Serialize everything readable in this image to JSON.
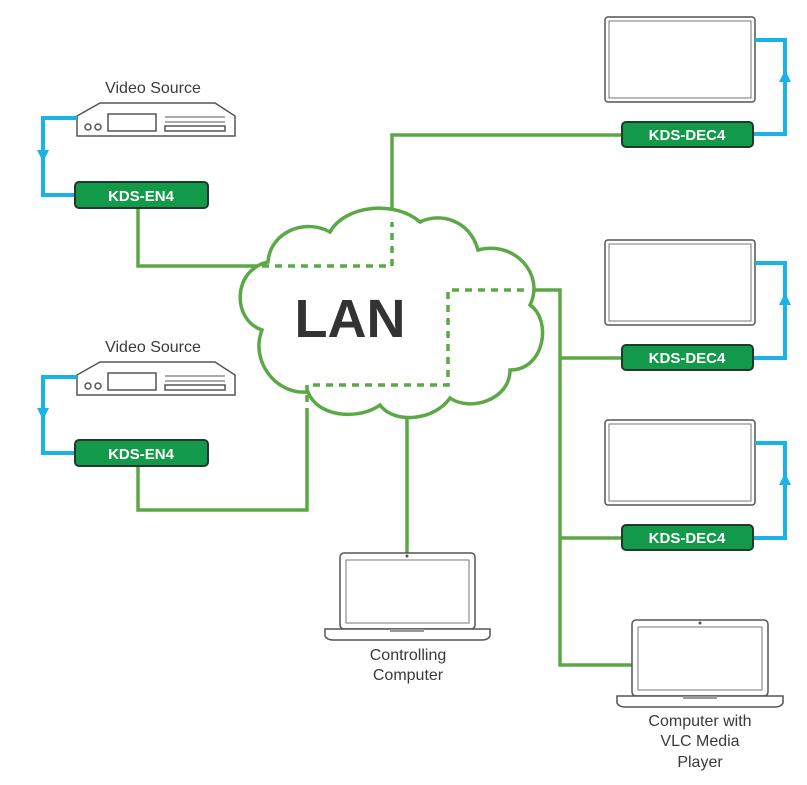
{
  "cloud": {
    "label": "LAN"
  },
  "sources": [
    {
      "label": "Video Source",
      "encoder": "KDS-EN4"
    },
    {
      "label": "Video Source",
      "encoder": "KDS-EN4"
    }
  ],
  "decoders": [
    {
      "label": "KDS-DEC4"
    },
    {
      "label": "KDS-DEC4"
    },
    {
      "label": "KDS-DEC4"
    }
  ],
  "controlling_computer": {
    "line1": "Controlling",
    "line2": "Computer"
  },
  "vlc_computer": {
    "line1": "Computer with",
    "line2": "VLC Media",
    "line3": "Player"
  },
  "colors": {
    "lan_link": "#5aa846",
    "video_link": "#1ab3e6",
    "device_box": "#13994a"
  }
}
